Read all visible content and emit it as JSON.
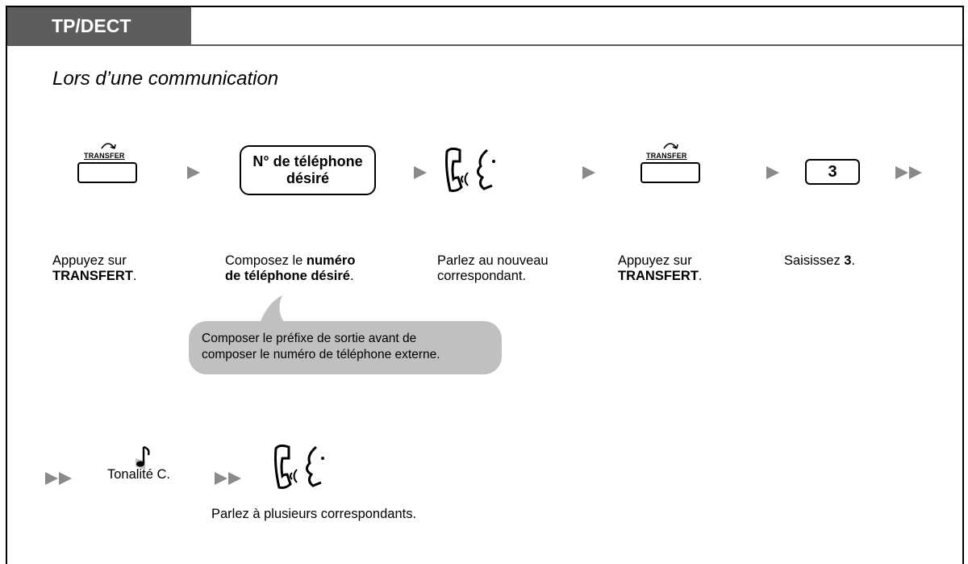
{
  "header": {
    "tab_label": "TP/DECT"
  },
  "subtitle": "Lors d’une communication",
  "key": {
    "label": "TRANSFER"
  },
  "dial_box": {
    "line1": "N° de téléphone",
    "line2": "désiré"
  },
  "digit_box": {
    "value": "3"
  },
  "steps": [
    {
      "pre": "Appuyez sur",
      "bold": "TRANSFERT",
      "post": "."
    },
    {
      "pre": "Composez le ",
      "bold1": "numéro",
      "bold2": "de téléphone désiré",
      "post": "."
    },
    {
      "line1": "Parlez au nouveau",
      "line2": "correspondant."
    },
    {
      "pre": "Appuyez sur",
      "bold": "TRANSFERT",
      "post": "."
    },
    {
      "pre": "Saisissez ",
      "bold": "3",
      "post": "."
    }
  ],
  "callout": {
    "line1": "Composer le préfixe de sortie avant de",
    "line2": "composer le numéro de téléphone externe."
  },
  "tone": {
    "label": "Tonalité C."
  },
  "final_step": {
    "text": "Parlez à plusieurs correspondants."
  },
  "colors": {
    "header_bg": "#5d5d5d",
    "callout_bg": "#c0c0c0",
    "arrow": "#8a8a8a"
  },
  "icons": [
    "transfer-key-icon",
    "arrow-right-icon",
    "double-arrow-icon",
    "handset-talk-icon",
    "music-note-icon"
  ]
}
